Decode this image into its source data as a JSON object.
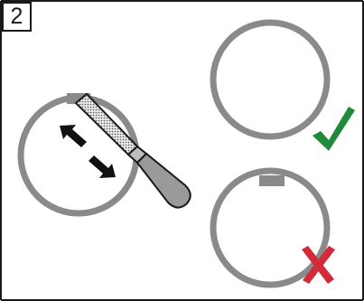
{
  "step": {
    "number": "2"
  },
  "panels": {
    "procedure": {
      "icon": "file-tool-icon",
      "direction_icon": "double-arrow-icon"
    },
    "correct_result": {
      "status_icon": "checkmark-icon",
      "status": "correct"
    },
    "incorrect_result": {
      "status_icon": "cross-icon",
      "status": "incorrect"
    }
  },
  "colors": {
    "ring": "#8a8a8a",
    "tab": "#8a8a8a",
    "check": "#1e8a3c",
    "cross": "#d42b3a",
    "outline": "#1a1a1a"
  }
}
